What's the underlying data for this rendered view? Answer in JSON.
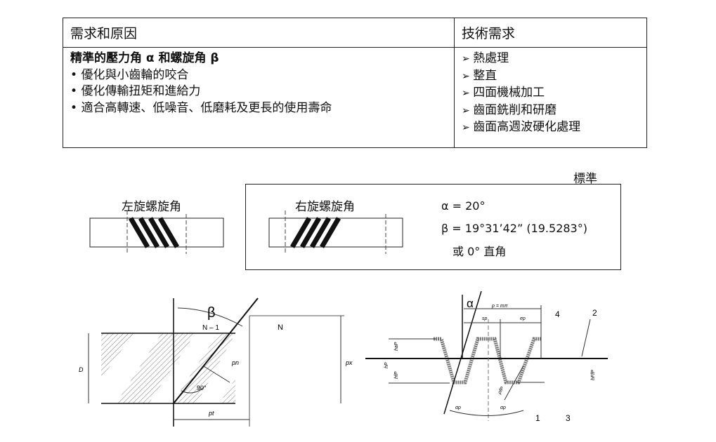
{
  "table": {
    "headers": [
      "需求和原因",
      "技術需求"
    ],
    "left": {
      "title": "精準的壓力角 α 和螺旋角 β",
      "bullets": [
        "優化與小齒輪的咬合",
        "優化傳輸扭矩和進給力",
        "適合高轉速、低噪音、低磨耗及更長的使用壽命"
      ]
    },
    "right": {
      "items": [
        "熱處理",
        "整直",
        "四面機械加工",
        "齒面銑削和研磨",
        "齒面高週波硬化處理"
      ]
    }
  },
  "standard": {
    "label": "標準",
    "left_helix": "左旋螺旋角",
    "right_helix": "右旋螺旋角",
    "alpha": "α = 20°",
    "beta": "β = 19°31’42” (19.5283°)",
    "alt": "或  0° 直角"
  },
  "diagram_left": {
    "beta": "β",
    "n_minus_1": "N – 1",
    "n": "N",
    "d": "D",
    "pn": "pn",
    "px": "px",
    "pt": "pt",
    "angle": "90°"
  },
  "diagram_right": {
    "alpha": "α",
    "p": "p = mπ",
    "sp": "sp",
    "ep": "ep",
    "hap": "haP",
    "hfp": "hfP",
    "hp": "hP",
    "hffp": "hFfP",
    "rho": "ρfP",
    "alpha_p1": "αp",
    "alpha_p2": "αp",
    "n1": "1",
    "n2": "2",
    "n3": "3",
    "n4": "4"
  }
}
